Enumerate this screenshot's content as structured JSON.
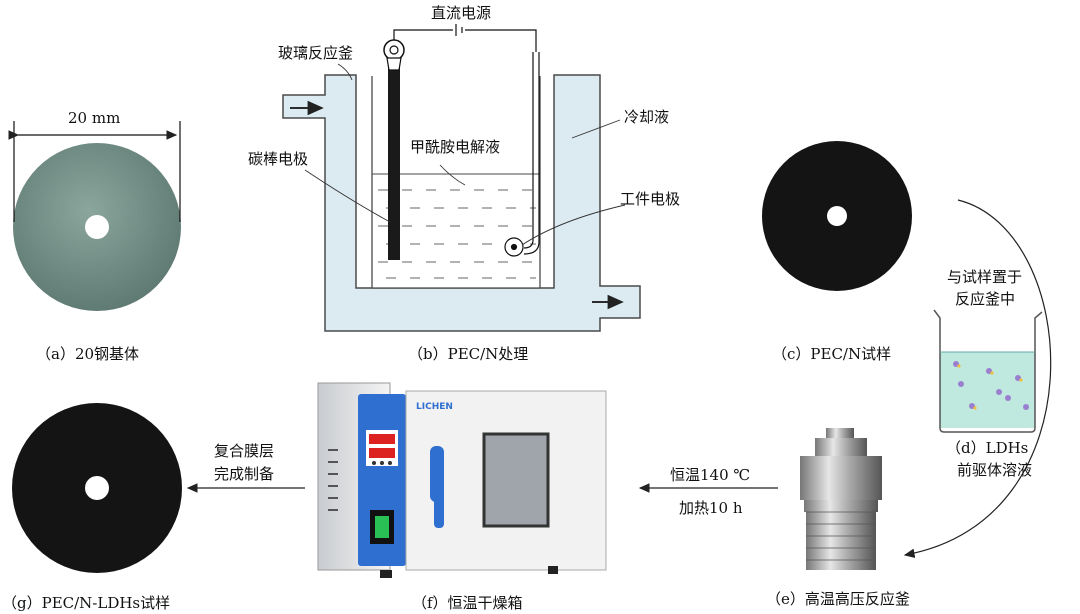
{
  "labels": {
    "dim_20mm": "20 mm",
    "dc_power": "直流电源",
    "glass_reactor": "玻璃反应釜",
    "coolant": "冷却液",
    "carbon_electrode": "碳棒电极",
    "electrolyte": "甲酰胺电解液",
    "work_electrode": "工件电极",
    "place_sample_line1": "与试样置于",
    "place_sample_line2": "反应釜中",
    "d_line1": "（d）LDHs",
    "d_line2": "前驱体溶液",
    "complete_line1": "复合膜层",
    "complete_line2": "完成制备",
    "heat_line1": "恒温140 ℃",
    "heat_line2": "加热10 h",
    "oven_brand": "LICHEN"
  },
  "captions": {
    "a": "（a）20钢基体",
    "b": "（b）PEC/N处理",
    "c": "（c）PEC/N试样",
    "e": "（e）高温高压反应釜",
    "f": "（f）恒温干燥箱",
    "g": "（g）PEC/N-LDHs试样"
  },
  "colors": {
    "steel_disc": "#6f8d84",
    "coated_disc": "#141414",
    "reactor_fill": "#dcebf2",
    "reactor_stroke": "#4a4a4a",
    "solution": "#bfe8de",
    "oven_blue": "#2f6fd0"
  }
}
